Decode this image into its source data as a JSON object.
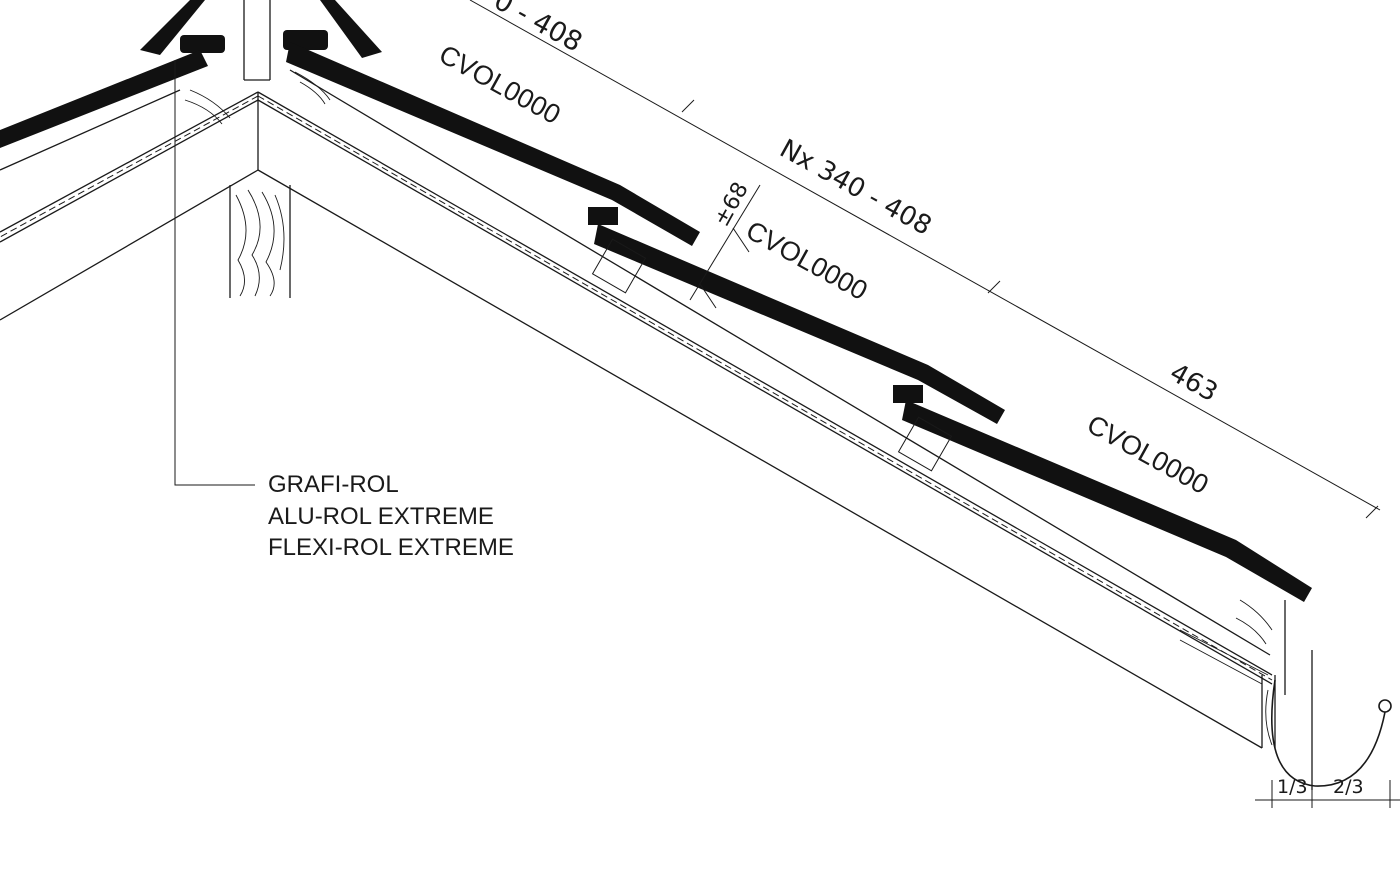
{
  "colors": {
    "ink": "#1a1a1a",
    "tile": "#111111",
    "paper": "#ffffff"
  },
  "callout": {
    "lines": [
      "GRAFI-ROL",
      "ALU-ROL EXTREME",
      "FLEXI-ROL EXTREME"
    ]
  },
  "tile_labels": [
    "CVOL0000",
    "CVOL0000",
    "CVOL0000"
  ],
  "dimensions": {
    "top_partial": "0 - 408",
    "batten_spacing": "Nx 340 - 408",
    "last_spacing": "463",
    "overlap": "±68",
    "gutter_left": "1/3",
    "gutter_right": "2/3"
  }
}
